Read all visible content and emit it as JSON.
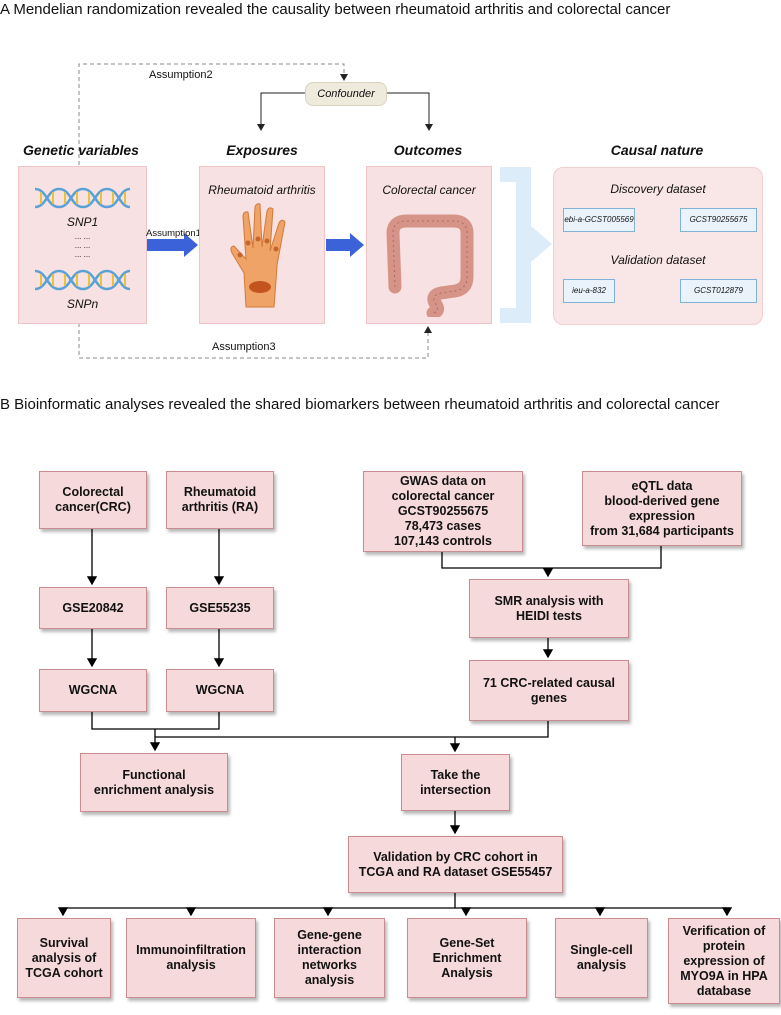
{
  "panel_a": {
    "title": "A  Mendelian randomization revealed the causality between rheumatoid arthritis and colorectal cancer",
    "assumption1": "Assumption1",
    "assumption2": "Assumption2",
    "assumption3": "Assumption3",
    "confounder": "Confounder",
    "headers": {
      "genetic": "Genetic variables",
      "exposures": "Exposures",
      "outcomes": "Outcomes",
      "causal": "Causal nature"
    },
    "snp1": "SNP1",
    "dots": [
      "... ...",
      "... ...",
      "... ..."
    ],
    "snpn": "SNPn",
    "exposure_label": "Rheumatoid arthritis",
    "outcome_label": "Colorectal cancer",
    "discovery": {
      "title": "Discovery dataset",
      "from": "ebi-a-GCST005569",
      "to": "GCST90255675"
    },
    "validation": {
      "title": "Validation dataset",
      "from": "ieu-a-832",
      "to": "GCST012879"
    },
    "colors": {
      "blue_arrow": "#3b62d8",
      "box_fill": "#f7e1e2",
      "bracket": "#dcecf8"
    }
  },
  "panel_b": {
    "title": "B  Bioinformatic analyses revealed the shared biomarkers between rheumatoid arthritis and colorectal cancer",
    "boxes": {
      "crc": "Colorectal\ncancer(CRC)",
      "ra": "Rheumatoid\narthritis (RA)",
      "gwas": "GWAS data on\ncolorectal cancer\nGCST90255675\n78,473 cases\n107,143 controls",
      "eqtl": "eQTL data\nblood-derived gene\nexpression\nfrom 31,684 participants",
      "gse20842": "GSE20842",
      "gse55235": "GSE55235",
      "smr": "SMR analysis with\nHEIDI tests",
      "wgcna1": "WGCNA",
      "wgcna2": "WGCNA",
      "causal_genes": "71 CRC-related causal\ngenes",
      "functional": "Functional\nenrichment analysis",
      "intersection": "Take the\nintersection",
      "validation": "Validation by CRC cohort in\nTCGA and RA dataset GSE55457",
      "survival": "Survival\nanalysis of\nTCGA cohort",
      "immuno": "Immunoinfiltration\nanalysis",
      "genegene": "Gene-gene\ninteraction\nnetworks\nanalysis",
      "gsea": "Gene-Set\nEnrichment\nAnalysis",
      "singlecell": "Single-cell\nanalysis",
      "verification": "Verification of\nprotein\nexpression of\nMYO9A in HPA\ndatabase"
    },
    "colors": {
      "box_fill": "#f6d9da",
      "box_border": "#c98c90"
    }
  }
}
